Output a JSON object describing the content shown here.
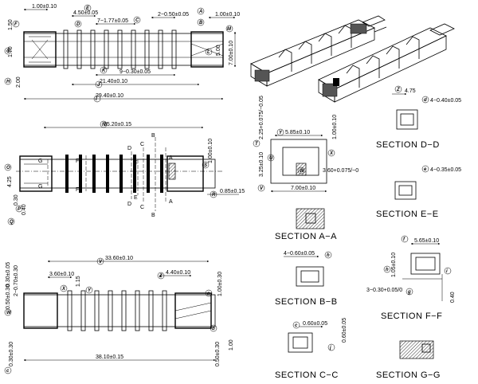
{
  "top_view": {
    "dims": [
      "1.00±0.10",
      "4.50±0.05",
      "7−1.77±0.05",
      "2−0.50±0.05",
      "1.00±0.10",
      "1.50",
      "1.70",
      "2.00",
      "9−0.30±0.05",
      "7.00±0.10",
      "5.00",
      "21.40±0.10",
      "29.40±0.10"
    ],
    "bubbles": [
      "A",
      "B",
      "C",
      "D",
      "E",
      "F",
      "G",
      "H",
      "I",
      "J",
      "K",
      "L",
      "M"
    ]
  },
  "mid_view": {
    "dims": [
      "35.20±0.15",
      "1.00±0.10",
      "4.25",
      "0.30",
      "0.40",
      "0.85±0.15"
    ],
    "bubbles": [
      "N",
      "O",
      "P",
      "Q",
      "R",
      "S"
    ],
    "cut_labels": [
      "B",
      "B",
      "C",
      "C",
      "D",
      "D",
      "E",
      "E",
      "F",
      "F",
      "G",
      "G",
      "A",
      "A"
    ]
  },
  "bottom_view": {
    "dims": [
      "0.30±0.05",
      "2−0.70±0.30",
      "33.60±0.10",
      "3.60±0.10",
      "1.15",
      "4.40±0.10",
      "1.00±0.30",
      "0.50±0.30",
      "38.10±0.15",
      "0.50±0.30",
      "0.30±0.30",
      "1.00"
    ],
    "bubbles": [
      "V",
      "W",
      "X",
      "Y",
      "Z",
      "a",
      "b",
      "c"
    ]
  },
  "section_aa": {
    "title": "SECTION  A−A",
    "dims": [
      "5.85±0.10",
      "2.25+0.075/−0.05",
      "1.00±0.10",
      "3.25±0.10",
      "3.60+0.075/−0",
      "7.00±0.10"
    ],
    "bubbles": [
      "T",
      "U",
      "V",
      "W",
      "X",
      "Y"
    ]
  },
  "section_bb": {
    "title": "SECTION  B−B",
    "dims": [
      "4−0.60±0.05"
    ],
    "bubbles": [
      "h"
    ]
  },
  "section_cc": {
    "title": "SECTION  C−C",
    "dims": [
      "0.60±0.05",
      "0.60±0.05"
    ],
    "bubbles": [
      "c",
      "j"
    ]
  },
  "section_dd": {
    "title": "SECTION  D−D",
    "dims": [
      "4.75",
      "4−0.40±0.05"
    ],
    "bubbles": [
      "Z",
      "d"
    ]
  },
  "section_ee": {
    "title": "SECTION  E−E",
    "dims": [
      "4−0.35±0.05"
    ],
    "bubbles": [
      "e"
    ]
  },
  "section_ff": {
    "title": "SECTION  F−F",
    "dims": [
      "5.65±0.10",
      "1.05±0.10",
      "3−0.30+0.05/0",
      "0.40"
    ],
    "bubbles": [
      "f",
      "g",
      "i",
      "h"
    ]
  },
  "section_gg": {
    "title": "SECTION  G−G"
  }
}
